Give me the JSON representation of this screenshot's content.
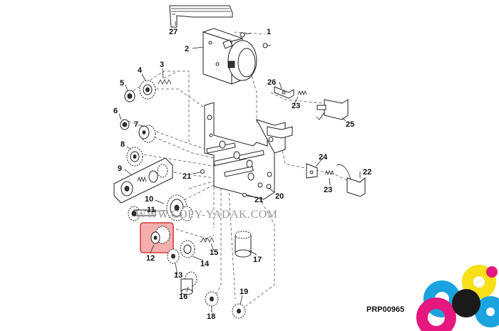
{
  "diagram": {
    "drawing_code": "PRP00965",
    "watermark": "WWW.COPY-YADAK.COM",
    "callouts": [
      {
        "id": "c1",
        "text": "1"
      },
      {
        "id": "c2",
        "text": "2"
      },
      {
        "id": "c3",
        "text": "3"
      },
      {
        "id": "c4",
        "text": "4"
      },
      {
        "id": "c5",
        "text": "5"
      },
      {
        "id": "c6",
        "text": "6"
      },
      {
        "id": "c7",
        "text": "7"
      },
      {
        "id": "c8",
        "text": "8"
      },
      {
        "id": "c9",
        "text": "9"
      },
      {
        "id": "c10",
        "text": "10"
      },
      {
        "id": "c11",
        "text": "11"
      },
      {
        "id": "c12",
        "text": "12"
      },
      {
        "id": "c13",
        "text": "13"
      },
      {
        "id": "c14",
        "text": "14"
      },
      {
        "id": "c15",
        "text": "15"
      },
      {
        "id": "c16",
        "text": "16"
      },
      {
        "id": "c17",
        "text": "17"
      },
      {
        "id": "c18",
        "text": "18"
      },
      {
        "id": "c19",
        "text": "19"
      },
      {
        "id": "c20",
        "text": "20"
      },
      {
        "id": "c21a",
        "text": "21"
      },
      {
        "id": "c21b",
        "text": "21"
      },
      {
        "id": "c22",
        "text": "22"
      },
      {
        "id": "c23a",
        "text": "23"
      },
      {
        "id": "c23b",
        "text": "23"
      },
      {
        "id": "c24",
        "text": "24"
      },
      {
        "id": "c25",
        "text": "25"
      },
      {
        "id": "c26",
        "text": "26"
      },
      {
        "id": "c27",
        "text": "27"
      }
    ],
    "highlighted_part": "12",
    "colors": {
      "highlight_fill": "#f2a0a0",
      "highlight_stroke": "#d23c3c",
      "logo_cyan": "#1aa3de",
      "logo_magenta": "#e6177f",
      "logo_yellow": "#f7e017",
      "logo_black": "#1a1a1a"
    }
  }
}
